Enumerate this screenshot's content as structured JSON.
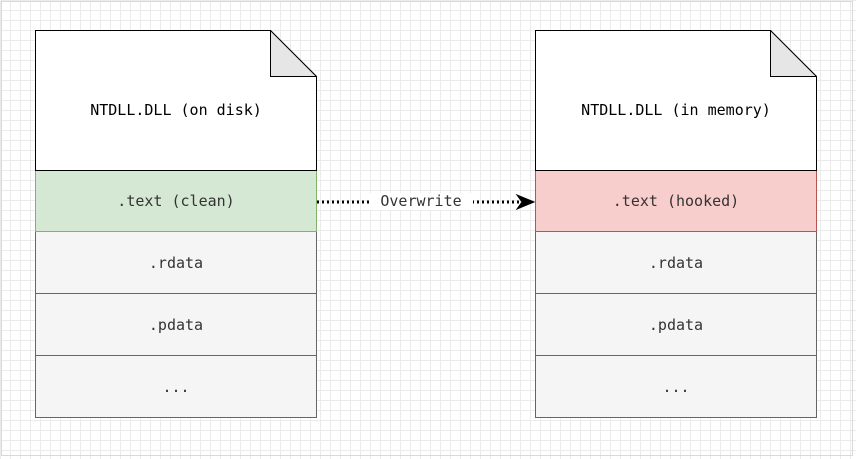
{
  "diagram": {
    "left_doc": {
      "title": "NTDLL.DLL (on disk)",
      "sections": [
        ".text (clean)",
        ".rdata",
        ".pdata",
        "..."
      ]
    },
    "right_doc": {
      "title": "NTDLL.DLL (in memory)",
      "sections": [
        ".text (hooked)",
        ".rdata",
        ".pdata",
        "..."
      ]
    },
    "connector": {
      "label": "Overwrite",
      "from": ".text (clean)",
      "to": ".text (hooked)",
      "style": "dotted"
    },
    "colors": {
      "clean_fill": "#d5e8d4",
      "clean_stroke": "#82b366",
      "hooked_fill": "#f8cecc",
      "hooked_stroke": "#b85450",
      "section_fill": "#f5f5f5",
      "section_stroke": "#666666"
    }
  }
}
